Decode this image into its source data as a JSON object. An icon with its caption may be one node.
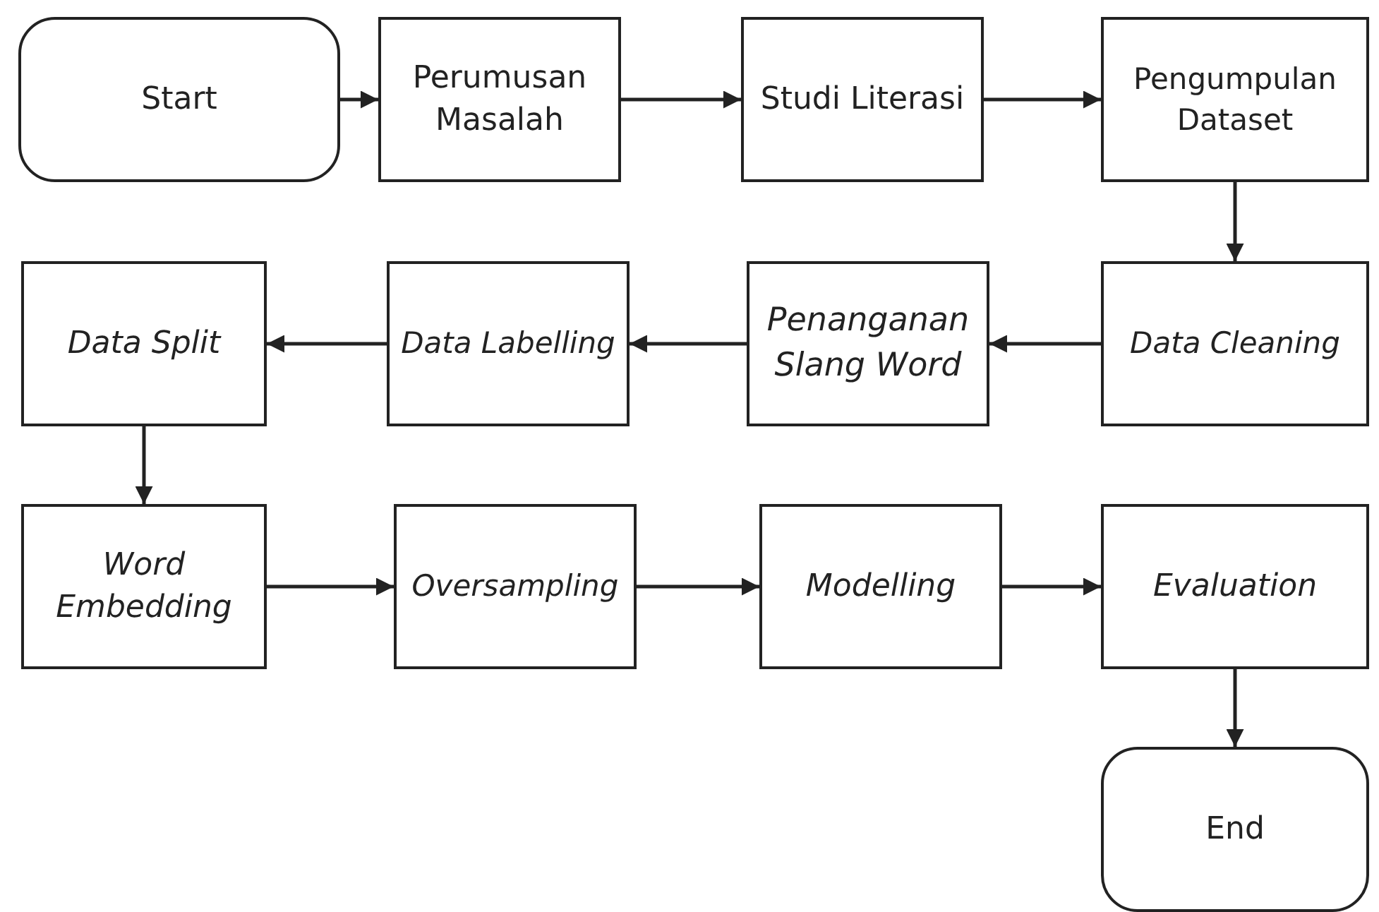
{
  "diagram": {
    "nodes": [
      {
        "text": [
          "Start"
        ]
      },
      {
        "text": [
          "Perumusan Masalah"
        ]
      },
      {
        "text": [
          "Studi Literasi"
        ]
      },
      {
        "text": [
          "Pengumpulan Dataset"
        ]
      },
      {
        "text": [
          "Data Split"
        ]
      },
      {
        "text": [
          "Data Labelling"
        ]
      },
      {
        "text": [
          "Penanganan Slang Word"
        ]
      },
      {
        "text": [
          "Data Cleaning"
        ]
      },
      {
        "text": [
          "Word Embedding"
        ]
      },
      {
        "text": [
          "Oversampling"
        ]
      },
      {
        "text": [
          "Modelling"
        ]
      },
      {
        "text": [
          "Evaluation"
        ]
      },
      {
        "text": [
          "End"
        ]
      }
    ],
    "edges": [
      {
        "from": 0,
        "to": 1,
        "arrow": "to"
      },
      {
        "from": 1,
        "to": 2,
        "arrow": "to"
      },
      {
        "from": 2,
        "to": 3,
        "arrow": "to"
      },
      {
        "from": 3,
        "to": 7,
        "arrow": "to"
      },
      {
        "from": 7,
        "to": 6,
        "arrow": "to"
      },
      {
        "from": 6,
        "to": 5,
        "arrow": "to"
      },
      {
        "from": 5,
        "to": 4,
        "arrow": "to"
      },
      {
        "from": 4,
        "to": 8,
        "arrow": "to"
      },
      {
        "from": 8,
        "to": 9,
        "arrow": "to"
      },
      {
        "from": 9,
        "to": 10,
        "arrow": "to"
      },
      {
        "from": 10,
        "to": 11,
        "arrow": "to"
      },
      {
        "from": 11,
        "to": 12,
        "arrow": "to"
      }
    ]
  }
}
